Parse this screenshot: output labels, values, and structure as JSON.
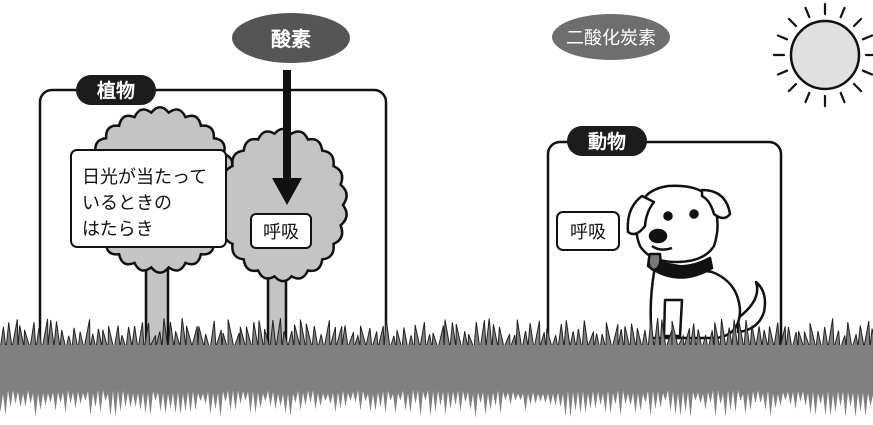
{
  "gases": {
    "oxygen": "酸素",
    "carbon_dioxide": "二酸化炭素"
  },
  "plant_panel": {
    "tag": "植物",
    "note_lines": [
      "日光が当たって",
      "いるときの",
      "はたらき"
    ],
    "respiration_label": "呼吸"
  },
  "animal_panel": {
    "tag": "動物",
    "respiration_label": "呼吸"
  },
  "icons": [
    "sun-icon",
    "tree-icon",
    "dog-icon",
    "grass"
  ],
  "colors": {
    "ellipse_dark": "#555555",
    "ellipse_light": "#6e6e6e",
    "tag_fill": "#1c1c1c",
    "tree_fill": "#c4c4c4",
    "sun_fill": "#e0e0e0",
    "ground": "#808080",
    "stroke": "#111111"
  }
}
